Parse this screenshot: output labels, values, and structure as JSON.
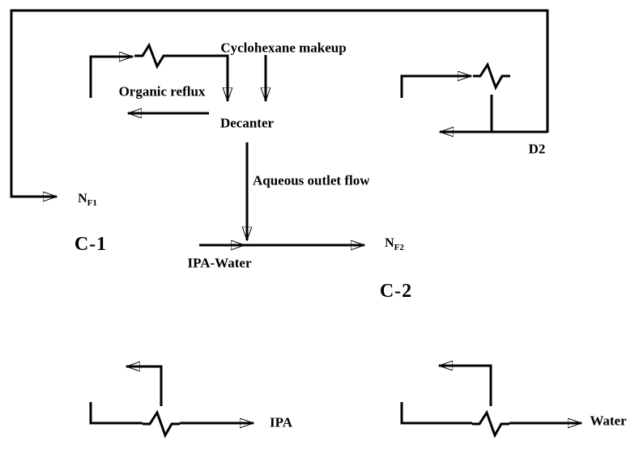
{
  "diagram": {
    "type": "process-flow-diagram",
    "background_color": "#ffffff",
    "line_color": "#000000",
    "columns": {
      "c1": {
        "label": "C-1",
        "feed_stage_main": "N",
        "feed_stage_sub": "F1"
      },
      "c2": {
        "label": "C-2",
        "feed_stage_main": "N",
        "feed_stage_sub": "F2"
      }
    },
    "decanter": {
      "label": "Decanter"
    },
    "streams": {
      "cyclohexane_makeup": "Cyclohexane makeup",
      "organic_reflux": "Organic reflux",
      "aqueous_outlet_flow": "Aqueous outlet flow",
      "ipa_water_feed": "IPA-Water",
      "ipa_product": "IPA",
      "water_product": "Water",
      "d2_recycle": "D2"
    }
  }
}
